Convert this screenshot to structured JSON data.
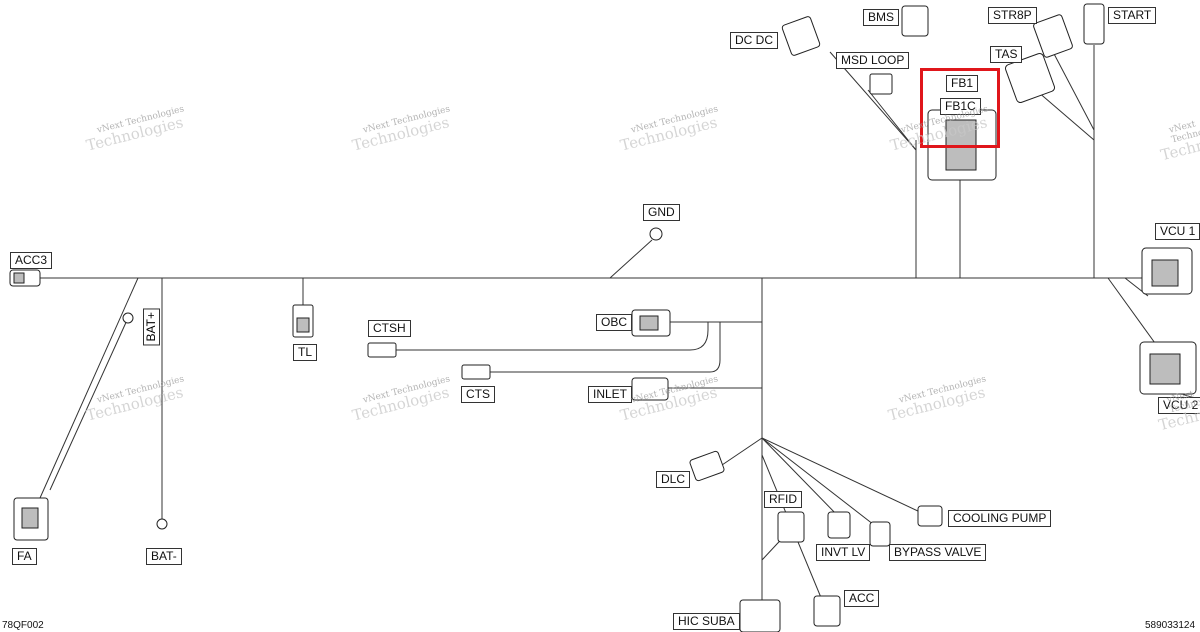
{
  "watermark": {
    "line1": "vNext Technologies",
    "line2": "Technologies"
  },
  "labels": {
    "bms": "BMS",
    "str8p": "STR8P",
    "start": "START",
    "dcdc": "DC DC",
    "msd_loop": "MSD LOOP",
    "tas": "TAS",
    "fb1": "FB1",
    "fb1c": "FB1C",
    "gnd": "GND",
    "acc3": "ACC3",
    "vcu1": "VCU 1",
    "vcu2": "VCU 2",
    "bat_plus": "BAT+",
    "tl": "TL",
    "ctsh": "CTSH",
    "obc": "OBC",
    "cts": "CTS",
    "inlet": "INLET",
    "dlc": "DLC",
    "rfid": "RFID",
    "invt_lv": "INVT LV",
    "bypass_valve": "BYPASS VALVE",
    "cooling_pump": "COOLING PUMP",
    "acc": "ACC",
    "hic_suba": "HIC  SUBA",
    "fa": "FA",
    "bat_minus": "BAT-"
  },
  "footer": {
    "left_code": "78QF002",
    "right_code": "589033124"
  },
  "highlight": {
    "color": "#e0161b",
    "target": "FB1"
  }
}
